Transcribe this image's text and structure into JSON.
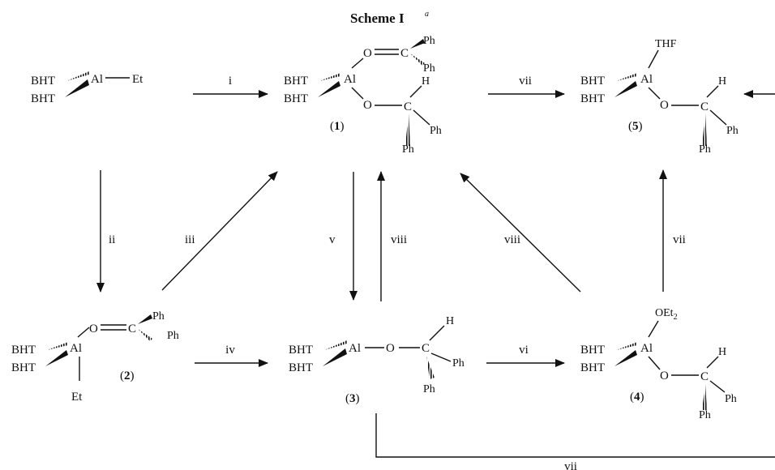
{
  "title": "Scheme I",
  "title_note": "a",
  "atoms": {
    "al": "Al",
    "bht": "BHT",
    "et": "Et",
    "o": "O",
    "c": "C",
    "h": "H",
    "ph": "Ph",
    "thf": "THF",
    "oet": "OEt",
    "two": "2"
  },
  "compounds": {
    "c1": {
      "pre": "(",
      "num": "1",
      "post": ")"
    },
    "c2": {
      "pre": "(",
      "num": "2",
      "post": ")"
    },
    "c3": {
      "pre": "(",
      "num": "3",
      "post": ")"
    },
    "c4": {
      "pre": "(",
      "num": "4",
      "post": ")"
    },
    "c5": {
      "pre": "(",
      "num": "5",
      "post": ")"
    }
  },
  "steps": {
    "i": "i",
    "ii": "ii",
    "iii": "iii",
    "iv": "iv",
    "v": "v",
    "vi": "vi",
    "vii": "vii",
    "viii": "viii"
  }
}
